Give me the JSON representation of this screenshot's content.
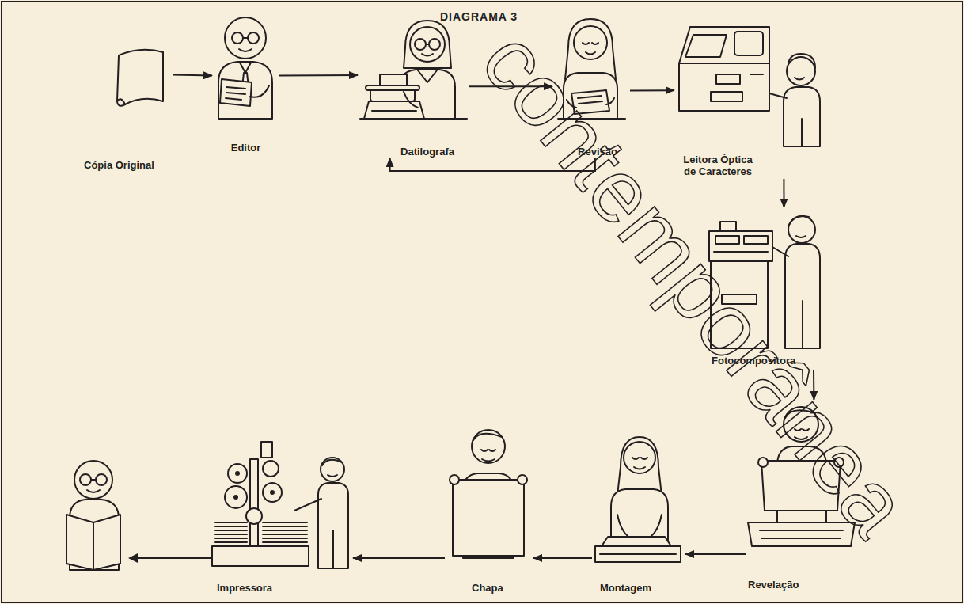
{
  "diagram": {
    "title": "DIAGRAMA 3",
    "nodes": [
      {
        "text": [
          "Cópia Original"
        ]
      },
      {
        "text": [
          "Editor"
        ]
      },
      {
        "text": [
          "Datilografa"
        ]
      },
      {
        "text": [
          "Revisão"
        ]
      },
      {
        "text": [
          "Leitora Óptica de Caracteres"
        ]
      },
      {
        "text": [
          "Fotocompositora"
        ]
      },
      {
        "text": [
          "Revelação"
        ]
      },
      {
        "text": [
          "Montagem"
        ]
      },
      {
        "text": [
          "Chapa"
        ]
      },
      {
        "text": [
          "Impressora"
        ]
      }
    ],
    "edges": [
      {
        "from": 0,
        "to": 1,
        "arrow": "to"
      },
      {
        "from": 1,
        "to": 2,
        "arrow": "to"
      },
      {
        "from": 2,
        "to": 3,
        "arrow": "to"
      },
      {
        "from": 3,
        "to": 2,
        "arrow": "to"
      },
      {
        "from": 3,
        "to": 4,
        "arrow": "to"
      },
      {
        "from": 4,
        "to": 5,
        "arrow": "to"
      },
      {
        "from": 5,
        "to": 6,
        "arrow": "to"
      },
      {
        "from": 6,
        "to": 7,
        "arrow": "to"
      },
      {
        "from": 7,
        "to": 8,
        "arrow": "to"
      },
      {
        "from": 8,
        "to": 9,
        "arrow": "to"
      }
    ],
    "labels": [
      "contemporânea"
    ]
  }
}
